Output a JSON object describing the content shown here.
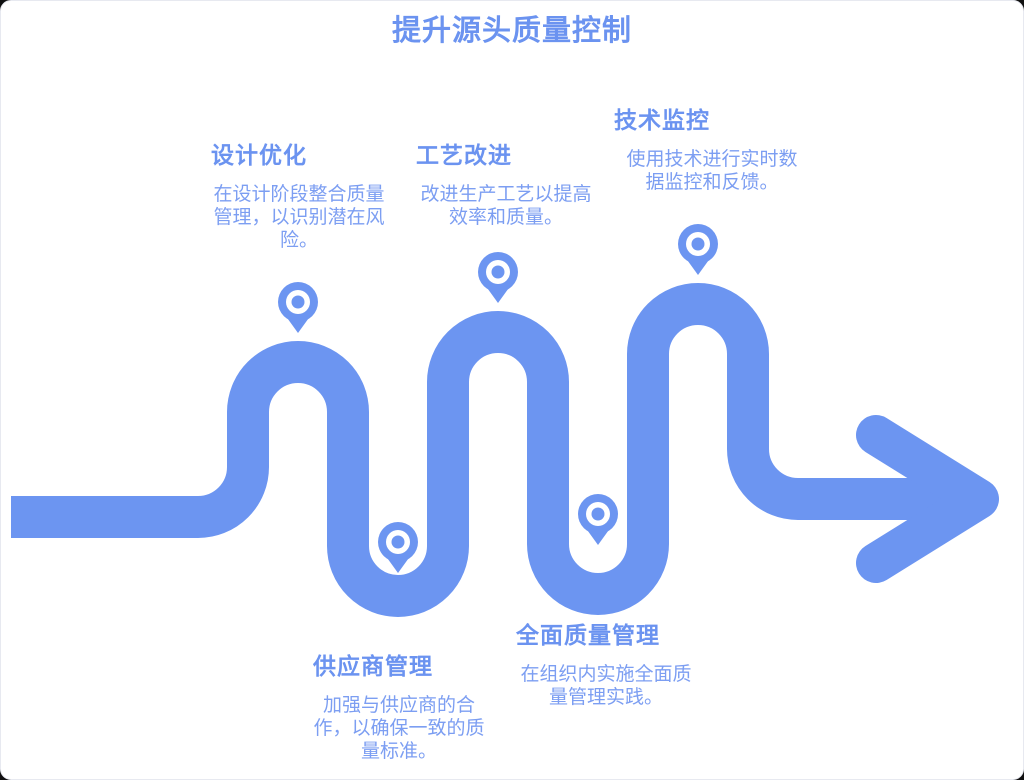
{
  "title": "提升源头质量控制",
  "colors": {
    "accent": "#6c95f1",
    "heading": "#6b93f0",
    "body": "#7c9ef2",
    "background": "#ffffff"
  },
  "milestones": [
    {
      "title": "设计优化",
      "description": "在设计阶段整合质量\n管理，以识别潜在风\n险。"
    },
    {
      "title": "供应商管理",
      "description": "加强与供应商的合\n作，以确保一致的质\n量标准。"
    },
    {
      "title": "工艺改进",
      "description": "改进生产工艺以提高\n效率和质量。"
    },
    {
      "title": "全面质量管理",
      "description": "在组织内实施全面质\n量管理实践。"
    },
    {
      "title": "技术监控",
      "description": "使用技术进行实时数\n据监控和反馈。"
    }
  ],
  "icons": {
    "pin": "location-pin",
    "arrow": "arrow-right"
  }
}
